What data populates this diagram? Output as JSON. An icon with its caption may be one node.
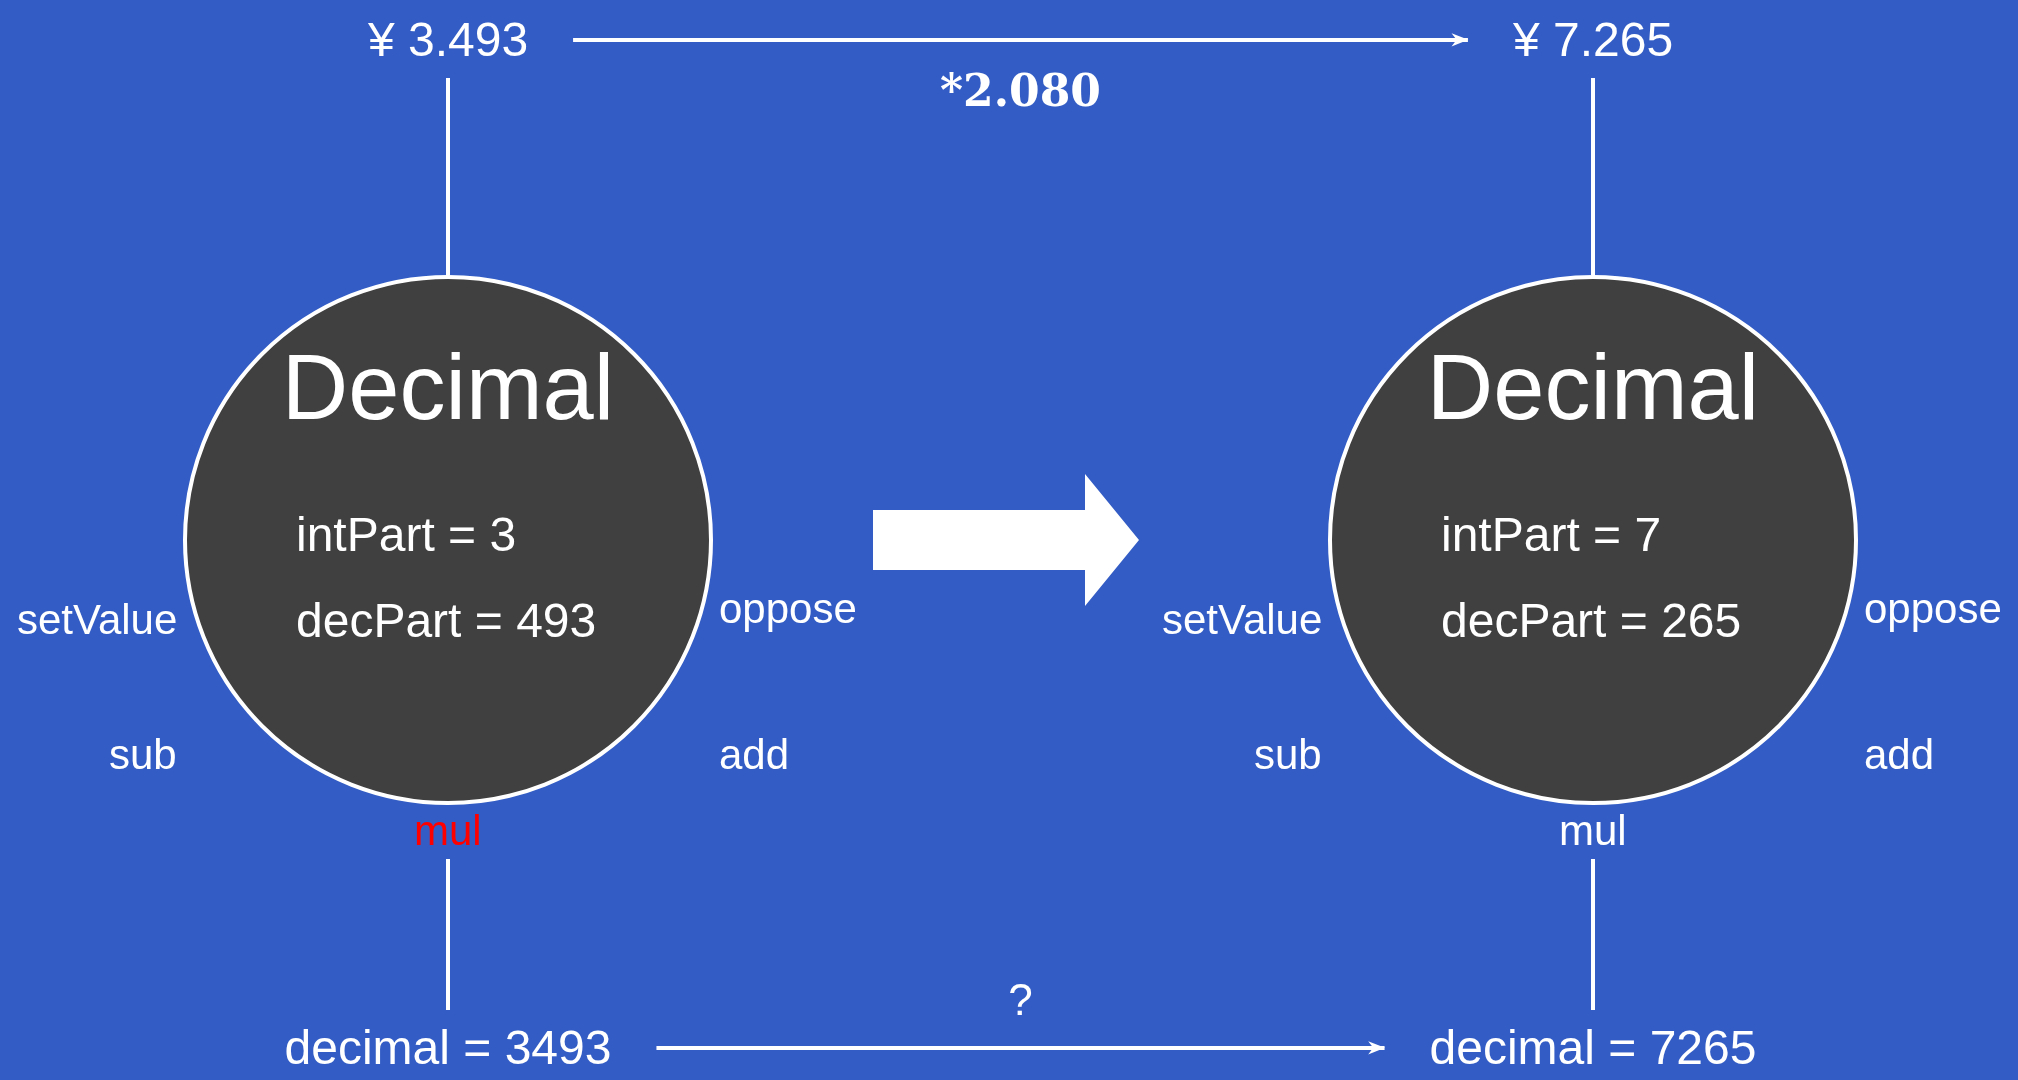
{
  "diagram": {
    "nodes": [
      {
        "text": [
          "¥ 3.493"
        ]
      },
      {
        "text": [
          "¥ 7.265"
        ]
      },
      {
        "text": [
          "Decimal",
          "intPart = 3",
          "decPart = 493"
        ],
        "beside": [
          "setValue",
          "oppose",
          "sub",
          "add",
          "mul"
        ]
      },
      {
        "text": [
          "Decimal",
          "intPart = 7",
          "decPart = 265"
        ],
        "beside": [
          "setValue",
          "oppose",
          "sub",
          "add",
          "mul"
        ]
      },
      {
        "text": [
          "decimal = 3493"
        ]
      },
      {
        "text": [
          "decimal = 7265"
        ]
      }
    ],
    "edges": [
      {
        "from": 0,
        "to": 1,
        "arrow": "to",
        "label": "*2.080"
      },
      {
        "from": 0,
        "to": 2,
        "arrow": "none"
      },
      {
        "from": 1,
        "to": 3,
        "arrow": "none"
      },
      {
        "from": 2,
        "to": 3,
        "arrow": "to",
        "style": "thick"
      },
      {
        "from": 2,
        "to": 4,
        "arrow": "none"
      },
      {
        "from": 3,
        "to": 5,
        "arrow": "none"
      },
      {
        "from": 4,
        "to": 5,
        "arrow": "to",
        "label": "?"
      }
    ]
  }
}
